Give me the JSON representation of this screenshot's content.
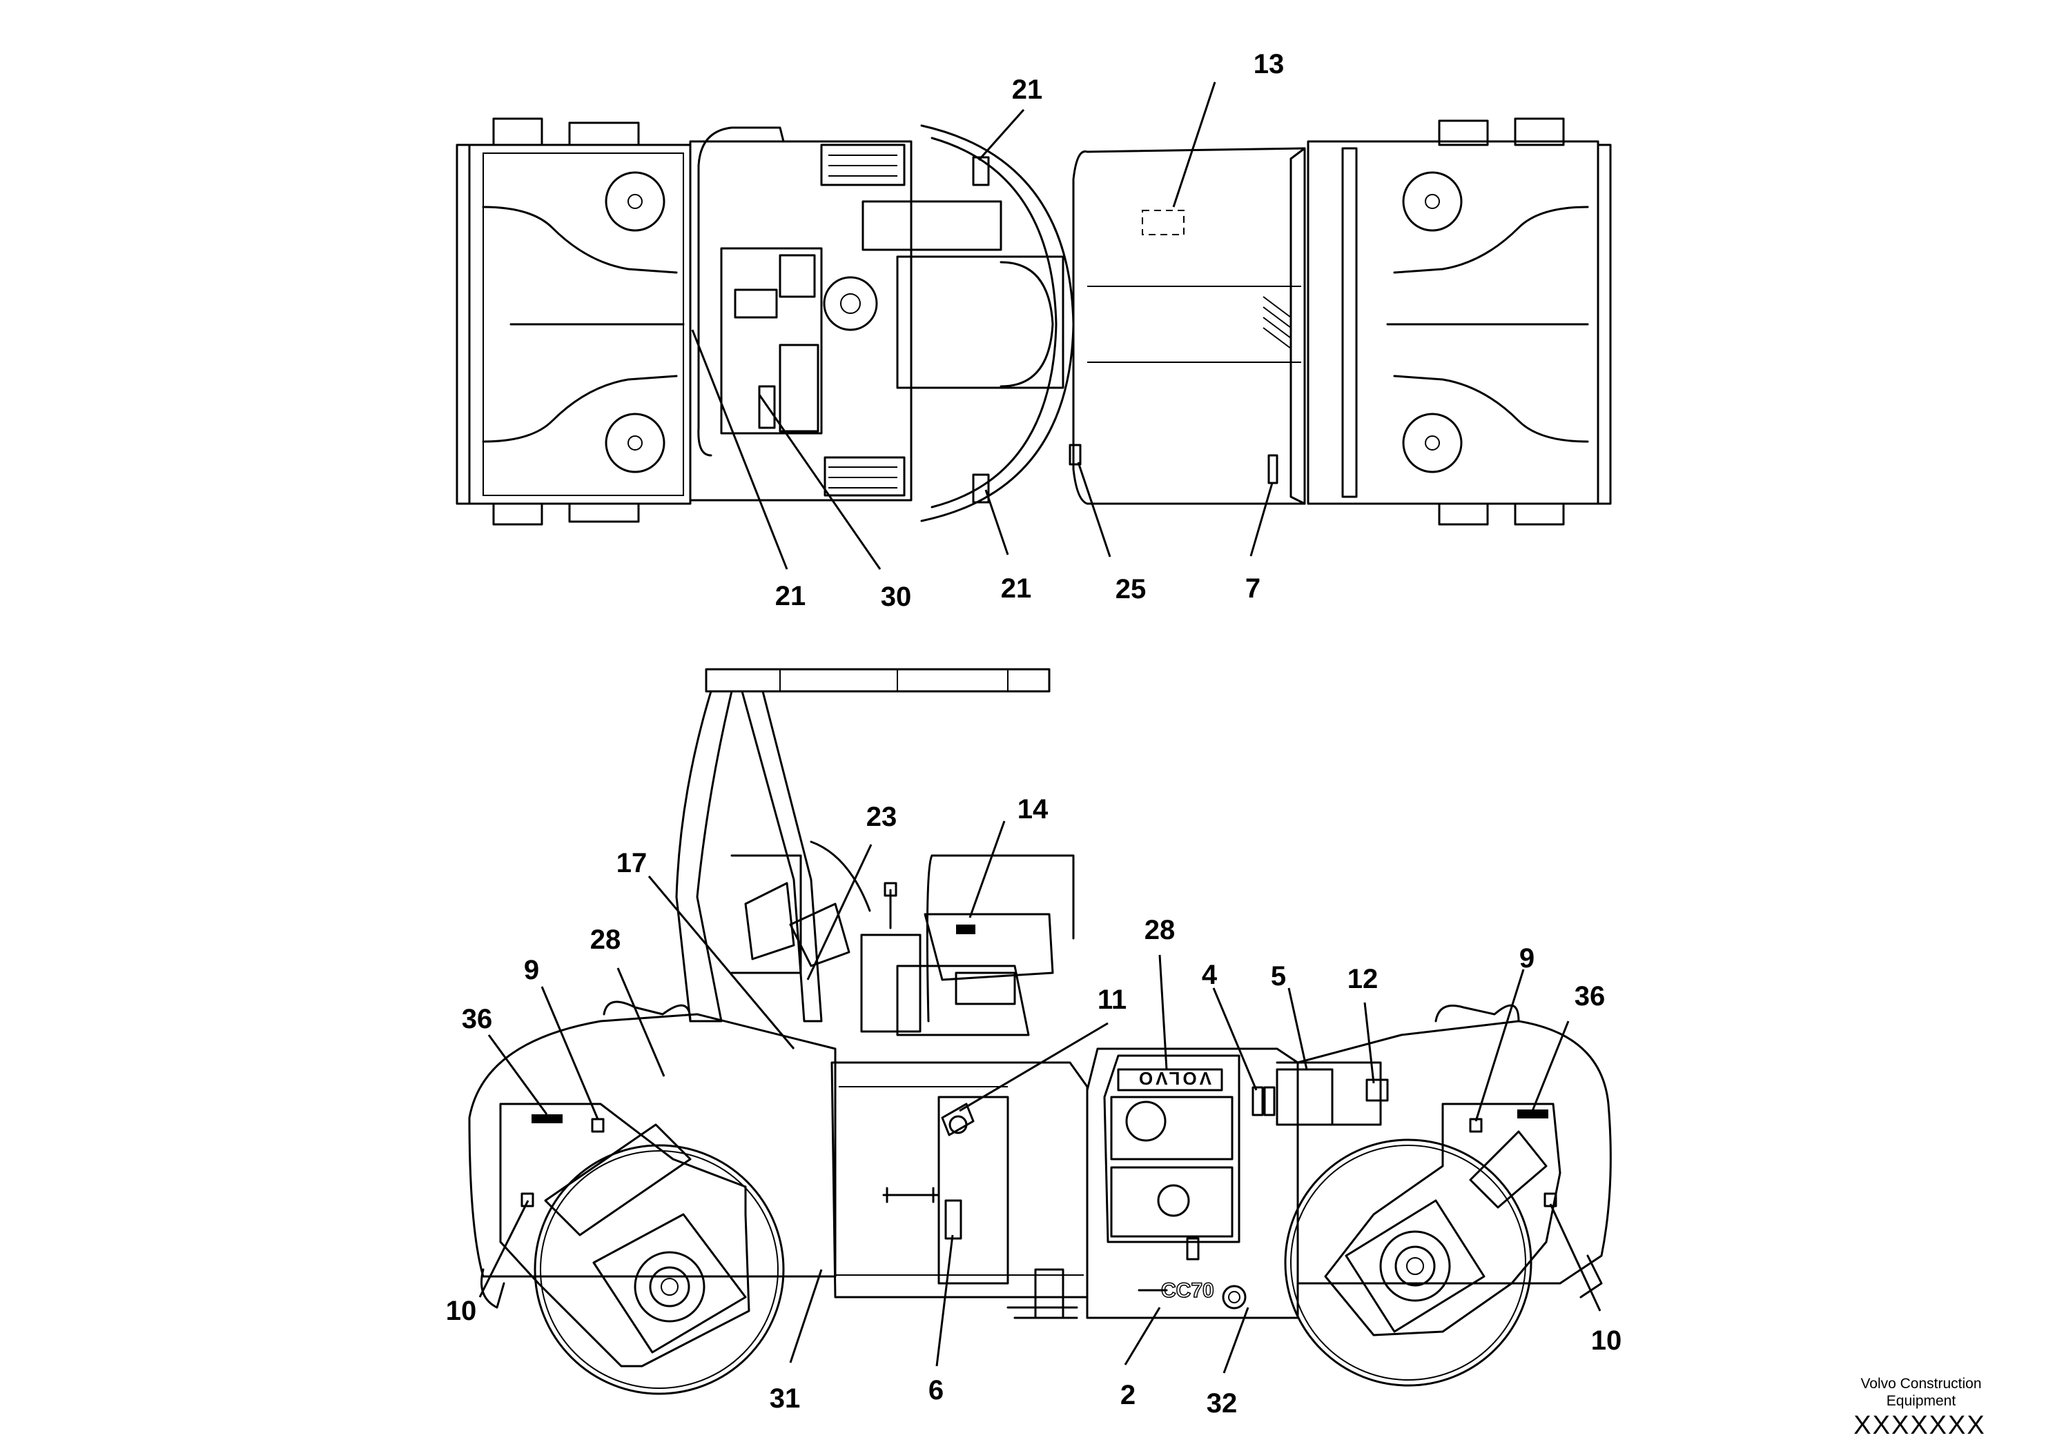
{
  "top_view": {
    "callouts": [
      "13",
      "21",
      "21",
      "30",
      "21",
      "25",
      "7"
    ]
  },
  "side_view": {
    "callouts": [
      "14",
      "23",
      "17",
      "28",
      "9",
      "36",
      "11",
      "28",
      "4",
      "5",
      "12",
      "9",
      "36",
      "10",
      "31",
      "6",
      "2",
      "32",
      "10"
    ],
    "brand_text": "VOLVO",
    "model_text": "CC70"
  },
  "footer": {
    "company_line1": "Volvo Construction",
    "company_line2": "Equipment",
    "drawing_code": "XXXXXXX"
  }
}
